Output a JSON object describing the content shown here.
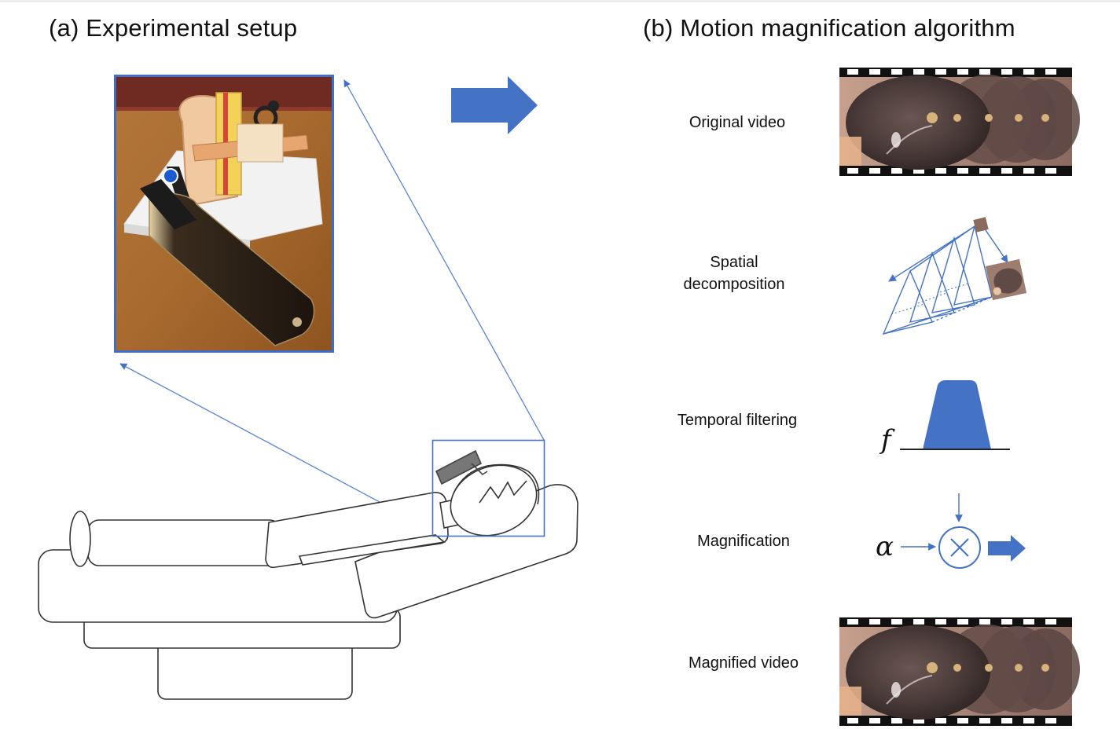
{
  "panel_a": {
    "title": "(a) Experimental setup"
  },
  "panel_b": {
    "title": "(b) Motion magnification algorithm",
    "steps": [
      {
        "label": "Original video"
      },
      {
        "label_line1": "Spatial",
        "label_line2": "decomposition"
      },
      {
        "label": "Temporal filtering",
        "symbol": "f"
      },
      {
        "label": "Magnification",
        "symbol": "α"
      },
      {
        "label": "Magnified video"
      }
    ]
  },
  "colors": {
    "accent_blue": "#4472c4",
    "line_blue": "#5b85cf",
    "photo_frame": "#3f6dc8",
    "film_black": "#111111",
    "drawing_stroke": "#333333"
  },
  "icons": [
    "right-arrow-icon",
    "multiply-circle-icon",
    "camera-phone-icon",
    "ear-model-icon"
  ]
}
